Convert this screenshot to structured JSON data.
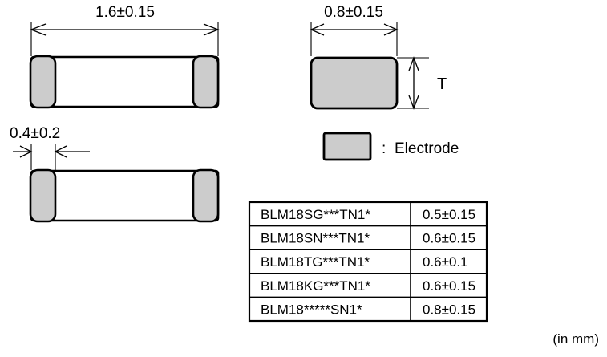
{
  "figure": {
    "title_present": false,
    "unit_note": "(in mm)",
    "colors": {
      "electrode_fill": "#cccccc",
      "body_fill": "#ffffff",
      "line": "#000000"
    }
  },
  "top_view": {
    "name": "top-view",
    "dimension_label": "1.6±0.15"
  },
  "bottom_view": {
    "name": "bottom-view",
    "dimension_label": "0.4±0.2"
  },
  "side_view": {
    "name": "side-view",
    "width_label": "0.8±0.15",
    "thickness_label": "T"
  },
  "legend": {
    "swatch_name": "electrode-swatch",
    "separator": ":",
    "label": "Electrode"
  },
  "table": {
    "rows": [
      {
        "part": "BLM18SG***TN1*",
        "thickness": "0.5±0.15"
      },
      {
        "part": "BLM18SN***TN1*",
        "thickness": "0.6±0.15"
      },
      {
        "part": "BLM18TG***TN1*",
        "thickness": "0.6±0.1"
      },
      {
        "part": "BLM18KG***TN1*",
        "thickness": "0.6±0.15"
      },
      {
        "part": "BLM18*****SN1*",
        "thickness": "0.8±0.15"
      }
    ]
  }
}
